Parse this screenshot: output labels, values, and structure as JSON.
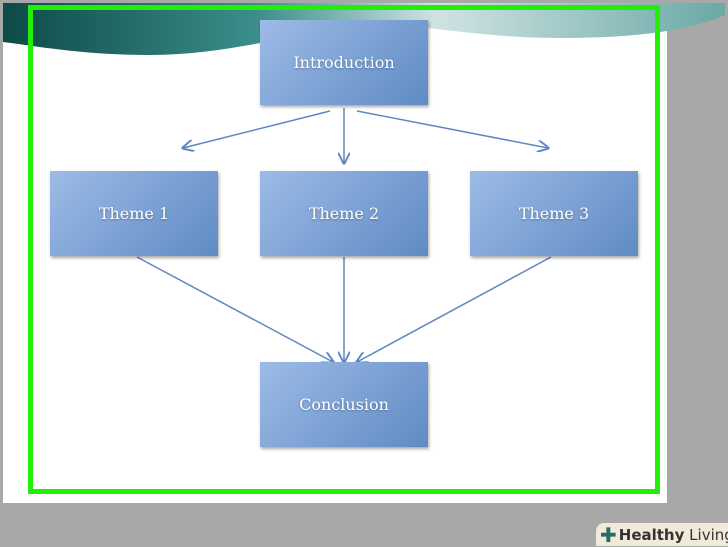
{
  "diagram": {
    "nodes": {
      "intro": "Introduction",
      "theme1": "Theme 1",
      "theme2": "Theme 2",
      "theme3": "Theme 3",
      "conclusion": "Conclusion"
    }
  },
  "watermark": {
    "brand_bold": "Healthy",
    "brand_light": "Living"
  },
  "colors": {
    "frame": "#22ee08",
    "box": "#7aa0d6",
    "arrow": "#5f86c0"
  }
}
